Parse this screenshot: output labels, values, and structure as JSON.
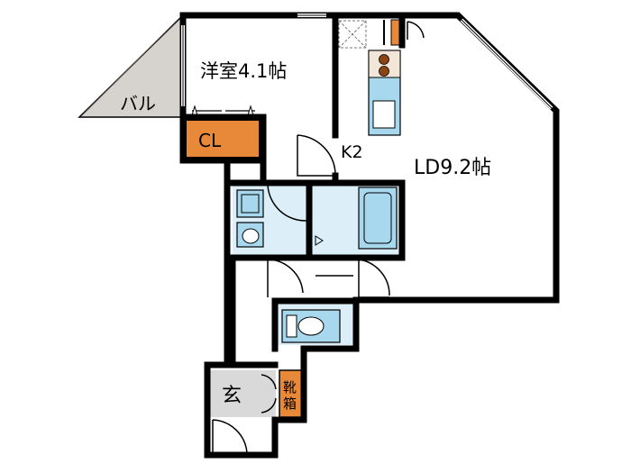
{
  "floor_plan": {
    "rooms": {
      "western_room": {
        "label": "洋室4.1帖"
      },
      "living_dining": {
        "label": "LD9.2帖"
      },
      "kitchen": {
        "label": "K2"
      },
      "balcony": {
        "label": "バル"
      },
      "closet": {
        "label": "CL"
      },
      "entrance": {
        "label": "玄"
      },
      "shoe_box": {
        "label_top": "靴",
        "label_bottom": "箱"
      }
    },
    "colors": {
      "wall": "#000000",
      "balcony_fill": "#d6d2ce",
      "closet_fill": "#e8893a",
      "wet_area_fill": "#dceff9",
      "fixture_fill": "#a8d8ee",
      "entrance_fill": "#d9d9d9",
      "stove_burner": "#8b4513"
    }
  }
}
